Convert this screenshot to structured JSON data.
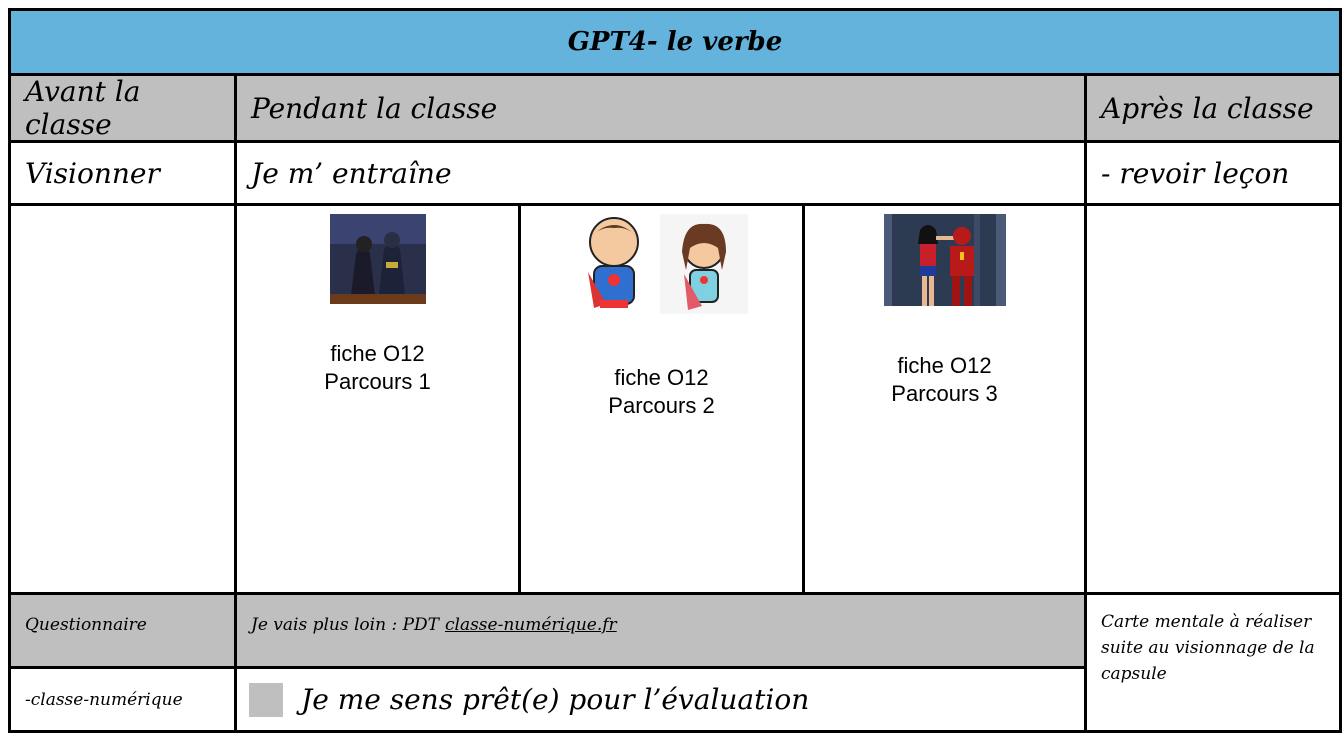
{
  "title": "GPT4- le verbe",
  "headers": {
    "avant": "Avant la classe",
    "pendant": "Pendant la classe",
    "apres": "Après la classe"
  },
  "row2": {
    "avant": "Visionner",
    "pendant": "Je m’ entraîne",
    "apres": "- revoir leçon"
  },
  "parcours": [
    {
      "line1": "fiche O12",
      "line2": "Parcours 1",
      "image": "batman-catwoman-image"
    },
    {
      "line1": "fiche O12",
      "line2": "Parcours 2",
      "image": "cartoon-superheroes-image"
    },
    {
      "line1": "fiche O12",
      "line2": "Parcours 3",
      "image": "wonderwoman-flash-image"
    }
  ],
  "bottom": {
    "questionnaire": "Questionnaire",
    "plus_loin": "Je vais plus loin : PDT",
    "link_text": "classe-numérique.fr",
    "carte_mentale": "Carte mentale à réaliser suite au visionnage de la capsule",
    "classe_numerique": "-classe-numérique",
    "pret": "Je me sens prêt(e) pour l’évaluation"
  },
  "colors": {
    "title_bg": "#63b3dd",
    "header_bg": "#bfbfbf"
  }
}
